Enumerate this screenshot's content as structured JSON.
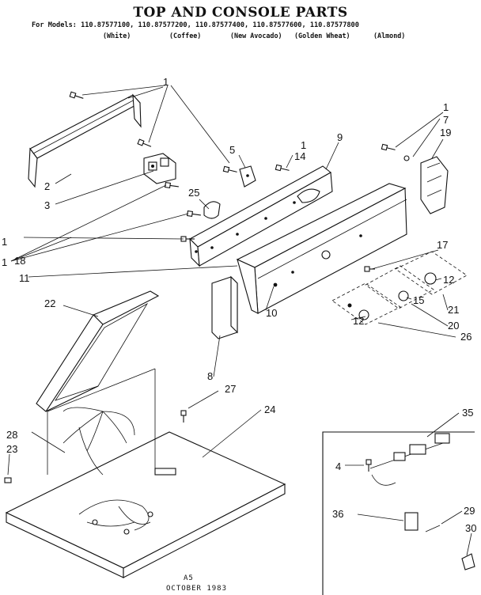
{
  "title": "TOP AND CONSOLE PARTS",
  "models_line": "For Models: 110.87577100, 110.87577200, 110.87577400, 110.87577600, 110.87577800",
  "model_colors": [
    "(White)",
    "(Coffee)",
    "(New Avocado)",
    "(Golden Wheat)",
    "(Almond)"
  ],
  "callouts": [
    "1",
    "1",
    "1",
    "1",
    "1",
    "2",
    "3",
    "4",
    "5",
    "7",
    "8",
    "9",
    "10",
    "11",
    "12",
    "12",
    "14",
    "15",
    "17",
    "18",
    "19",
    "20",
    "21",
    "22",
    "23",
    "24",
    "25",
    "26",
    "27",
    "28",
    "29",
    "30",
    "35",
    "36"
  ],
  "footer": {
    "code": "A5",
    "date": "OCTOBER 1983"
  }
}
